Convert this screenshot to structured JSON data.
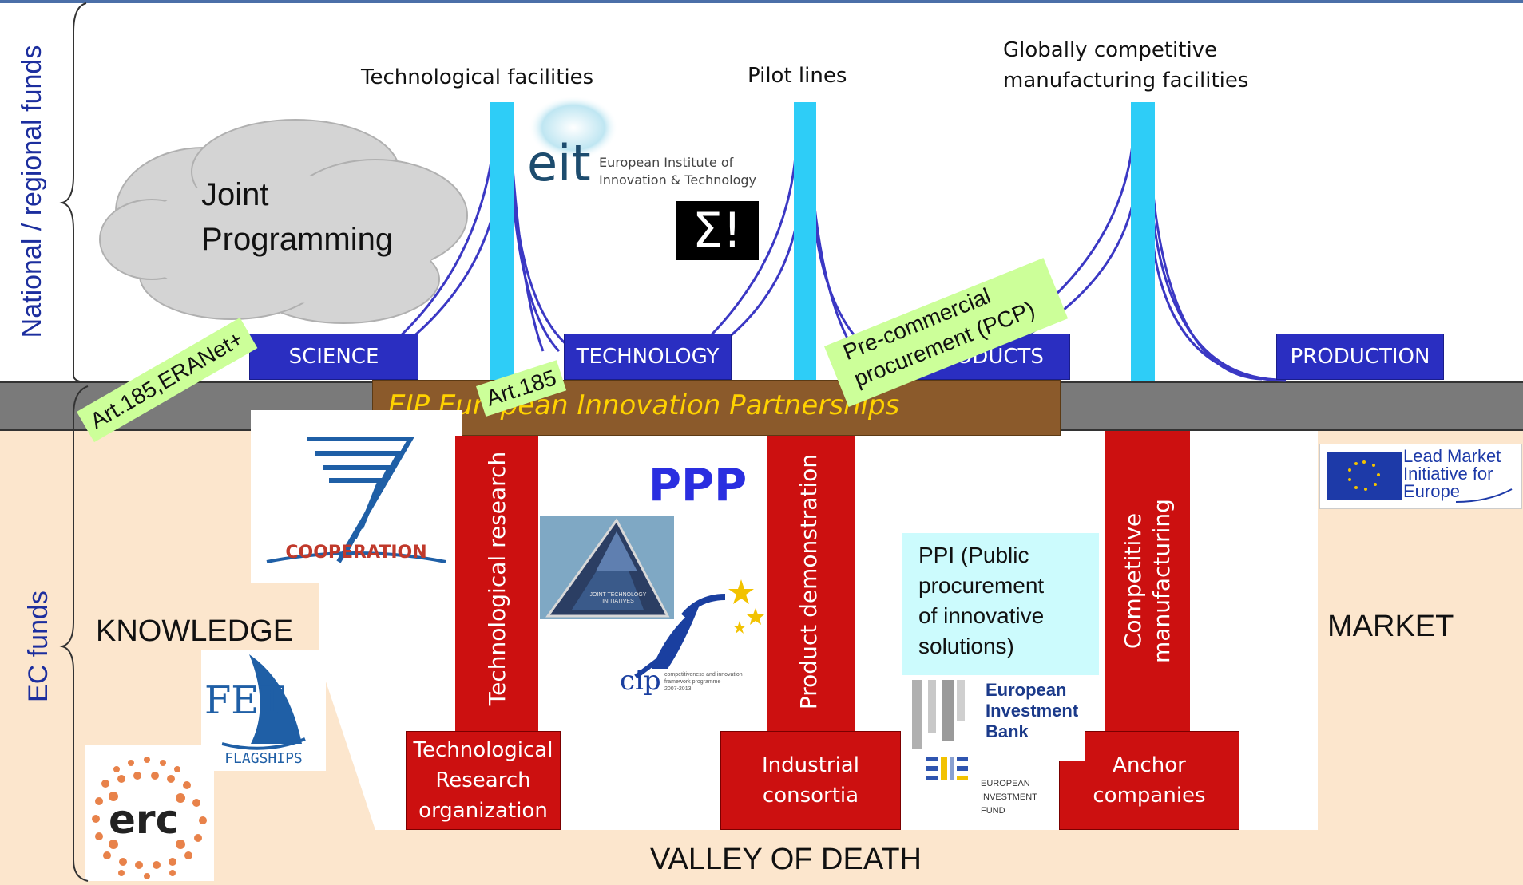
{
  "side_labels": {
    "national": "National / regional funds",
    "ec": "EC funds"
  },
  "bridge": {
    "pylon_labels": [
      "Technological facilities",
      "Pilot lines",
      "Globally competitive",
      "manufacturing facilities"
    ],
    "stages": [
      "SCIENCE",
      "TECHNOLOGY",
      "PRODUCTS",
      "PRODUCTION"
    ]
  },
  "joint_programming": [
    "Joint",
    "Programming"
  ],
  "tags": {
    "art185_eranet": "Art.185,ERANet+",
    "art185": "Art.185",
    "pcp": [
      "Pre-commercial",
      "procurement (PCP)"
    ]
  },
  "eip": "EIP European Innovation Partnerships",
  "pillars": [
    {
      "vertical": "Technological research",
      "base": [
        "Technological",
        "Research",
        "organization"
      ]
    },
    {
      "vertical": "Product demonstration",
      "base": [
        "Industrial",
        "consortia"
      ]
    },
    {
      "vertical": [
        "Competitive",
        "manufacturing"
      ],
      "base": [
        "Anchor",
        "companies"
      ]
    }
  ],
  "ends": {
    "knowledge": "KNOWLEDGE",
    "market": "MARKET",
    "valley": "VALLEY OF DEATH"
  },
  "ppi": [
    "PPI (Public",
    "procurement",
    "of innovative",
    "solutions)"
  ],
  "logos": {
    "eit": {
      "mark": "eit",
      "line1": "European Institute of",
      "line2": "Innovation & Technology"
    },
    "sigma": "Σ!",
    "ppp": "PPP",
    "fp7": {
      "number": "7",
      "word": "COOPERATION"
    },
    "jti": "JOINT TECHNOLOGY INITIATIVES",
    "cip": {
      "mark": "cip",
      "sub1": "competitiveness and innovation",
      "sub2": "framework programme",
      "sub3": "2007-2013"
    },
    "eib": [
      "European",
      "Investment",
      "Bank"
    ],
    "eif": [
      "EUROPEAN",
      "INVESTMENT",
      "FUND"
    ],
    "fet": {
      "mark": "FET",
      "word": "FLAGSHIPS"
    },
    "erc": "erc",
    "lead_market": [
      "Lead Market",
      "Initiative for",
      "Europe"
    ]
  },
  "colors": {
    "top_bg": "#ffffff",
    "bottom_bg": "#fce6cd",
    "road": "#7a7a7a",
    "stage_box": "#2a2ec1",
    "pylon": "#2ecdf7",
    "cable": "#3b38c4",
    "pillar": "#cc1010",
    "tag": "#ccff99",
    "eip_bar": "#8b5a2b",
    "eip_text": "#ffd200",
    "ppi_bg": "#ccfbfd",
    "side_text": "#1c2e9e"
  }
}
